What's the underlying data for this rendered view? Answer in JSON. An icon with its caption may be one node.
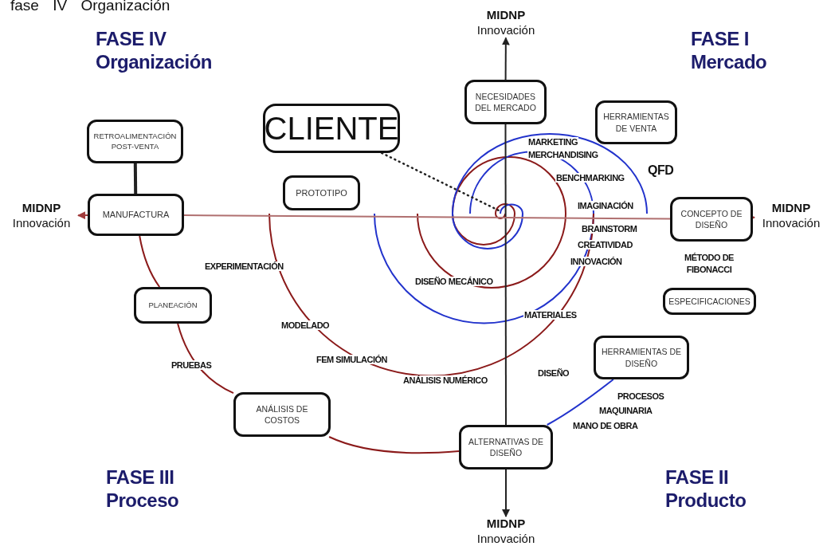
{
  "diagram": {
    "nodes": [
      {
        "text": [
          "MIDNP",
          "Innovación"
        ]
      },
      {
        "text": [
          "NECESIDADES DEL MERCADO"
        ]
      },
      {
        "text": [
          "HERRAMIENTAS DE VENTA"
        ]
      },
      {
        "text": [
          "CLIENTE"
        ]
      },
      {
        "text": [
          "RETROALIMENTACIÓN POST-VENTA"
        ]
      },
      {
        "text": [
          "MIDNP",
          "Innovación"
        ]
      },
      {
        "text": [
          "MANUFACTURA"
        ]
      },
      {
        "text": [
          "PROTOTIPO"
        ]
      },
      {
        "text": [
          "CONCEPTO DE DISEÑO"
        ]
      },
      {
        "text": [
          "MIDNP",
          "Innovación"
        ]
      },
      {
        "text": [
          "ESPECIFICACIONES"
        ]
      },
      {
        "text": [
          "PLANEACIÓN"
        ]
      },
      {
        "text": [
          "HERRAMIENTAS DE DISEÑO"
        ]
      },
      {
        "text": [
          "ANÁLISIS DE COSTOS"
        ]
      },
      {
        "text": [
          "ALTERNATIVAS DE DISEÑO"
        ]
      },
      {
        "text": [
          "MIDNP",
          "Innovación"
        ]
      }
    ],
    "edges": [
      {
        "from": 3,
        "to": null,
        "arrow": "none",
        "style": "dashed"
      },
      {
        "from": 4,
        "to": 6,
        "arrow": "none",
        "style": "thick"
      },
      {
        "from": 1,
        "to": 0,
        "arrow": "to"
      },
      {
        "from": 14,
        "to": 15,
        "arrow": "to"
      },
      {
        "from": 6,
        "to": 5,
        "arrow": "to",
        "color": "#a03a3a"
      },
      {
        "from": 8,
        "to": 9,
        "arrow": "to",
        "color": "#a03a3a"
      },
      {
        "from": 1,
        "to": 14,
        "arrow": "none"
      },
      {
        "from": 6,
        "to": 8,
        "arrow": "none",
        "color": "#b07070"
      },
      {
        "from": 6,
        "to": 11,
        "arrow": "none",
        "color": "#8b1a1a"
      },
      {
        "from": 11,
        "to": 13,
        "arrow": "none",
        "color": "#8b1a1a"
      },
      {
        "from": 13,
        "to": 14,
        "arrow": "none",
        "color": "#8b1a1a"
      },
      {
        "from": 14,
        "to": 12,
        "arrow": "none",
        "color": "#2233cc"
      }
    ],
    "labels": [
      "fase IV Organización",
      "FASE IV Organización",
      "FASE I Mercado",
      "MARKETING",
      "MERCHANDISING",
      "QFD",
      "BENCHMARKING",
      "IMAGINACIÓN",
      "BRAINSTORM",
      "CREATIVIDAD",
      "INNOVACIÓN",
      "EXPERIMENTACIÓN",
      "MÉTODO DE FIBONACCI",
      "DISEÑO MECÁNICO",
      "MATERIALES",
      "MODELADO",
      "PRUEBAS",
      "FEM SIMULACIÓN",
      "ANÁLISIS NUMÉRICO",
      "DISEÑO",
      "PROCESOS",
      "MAQUINARIA",
      "MANO DE OBRA",
      "FASE III Proceso",
      "FASE II Producto"
    ]
  }
}
